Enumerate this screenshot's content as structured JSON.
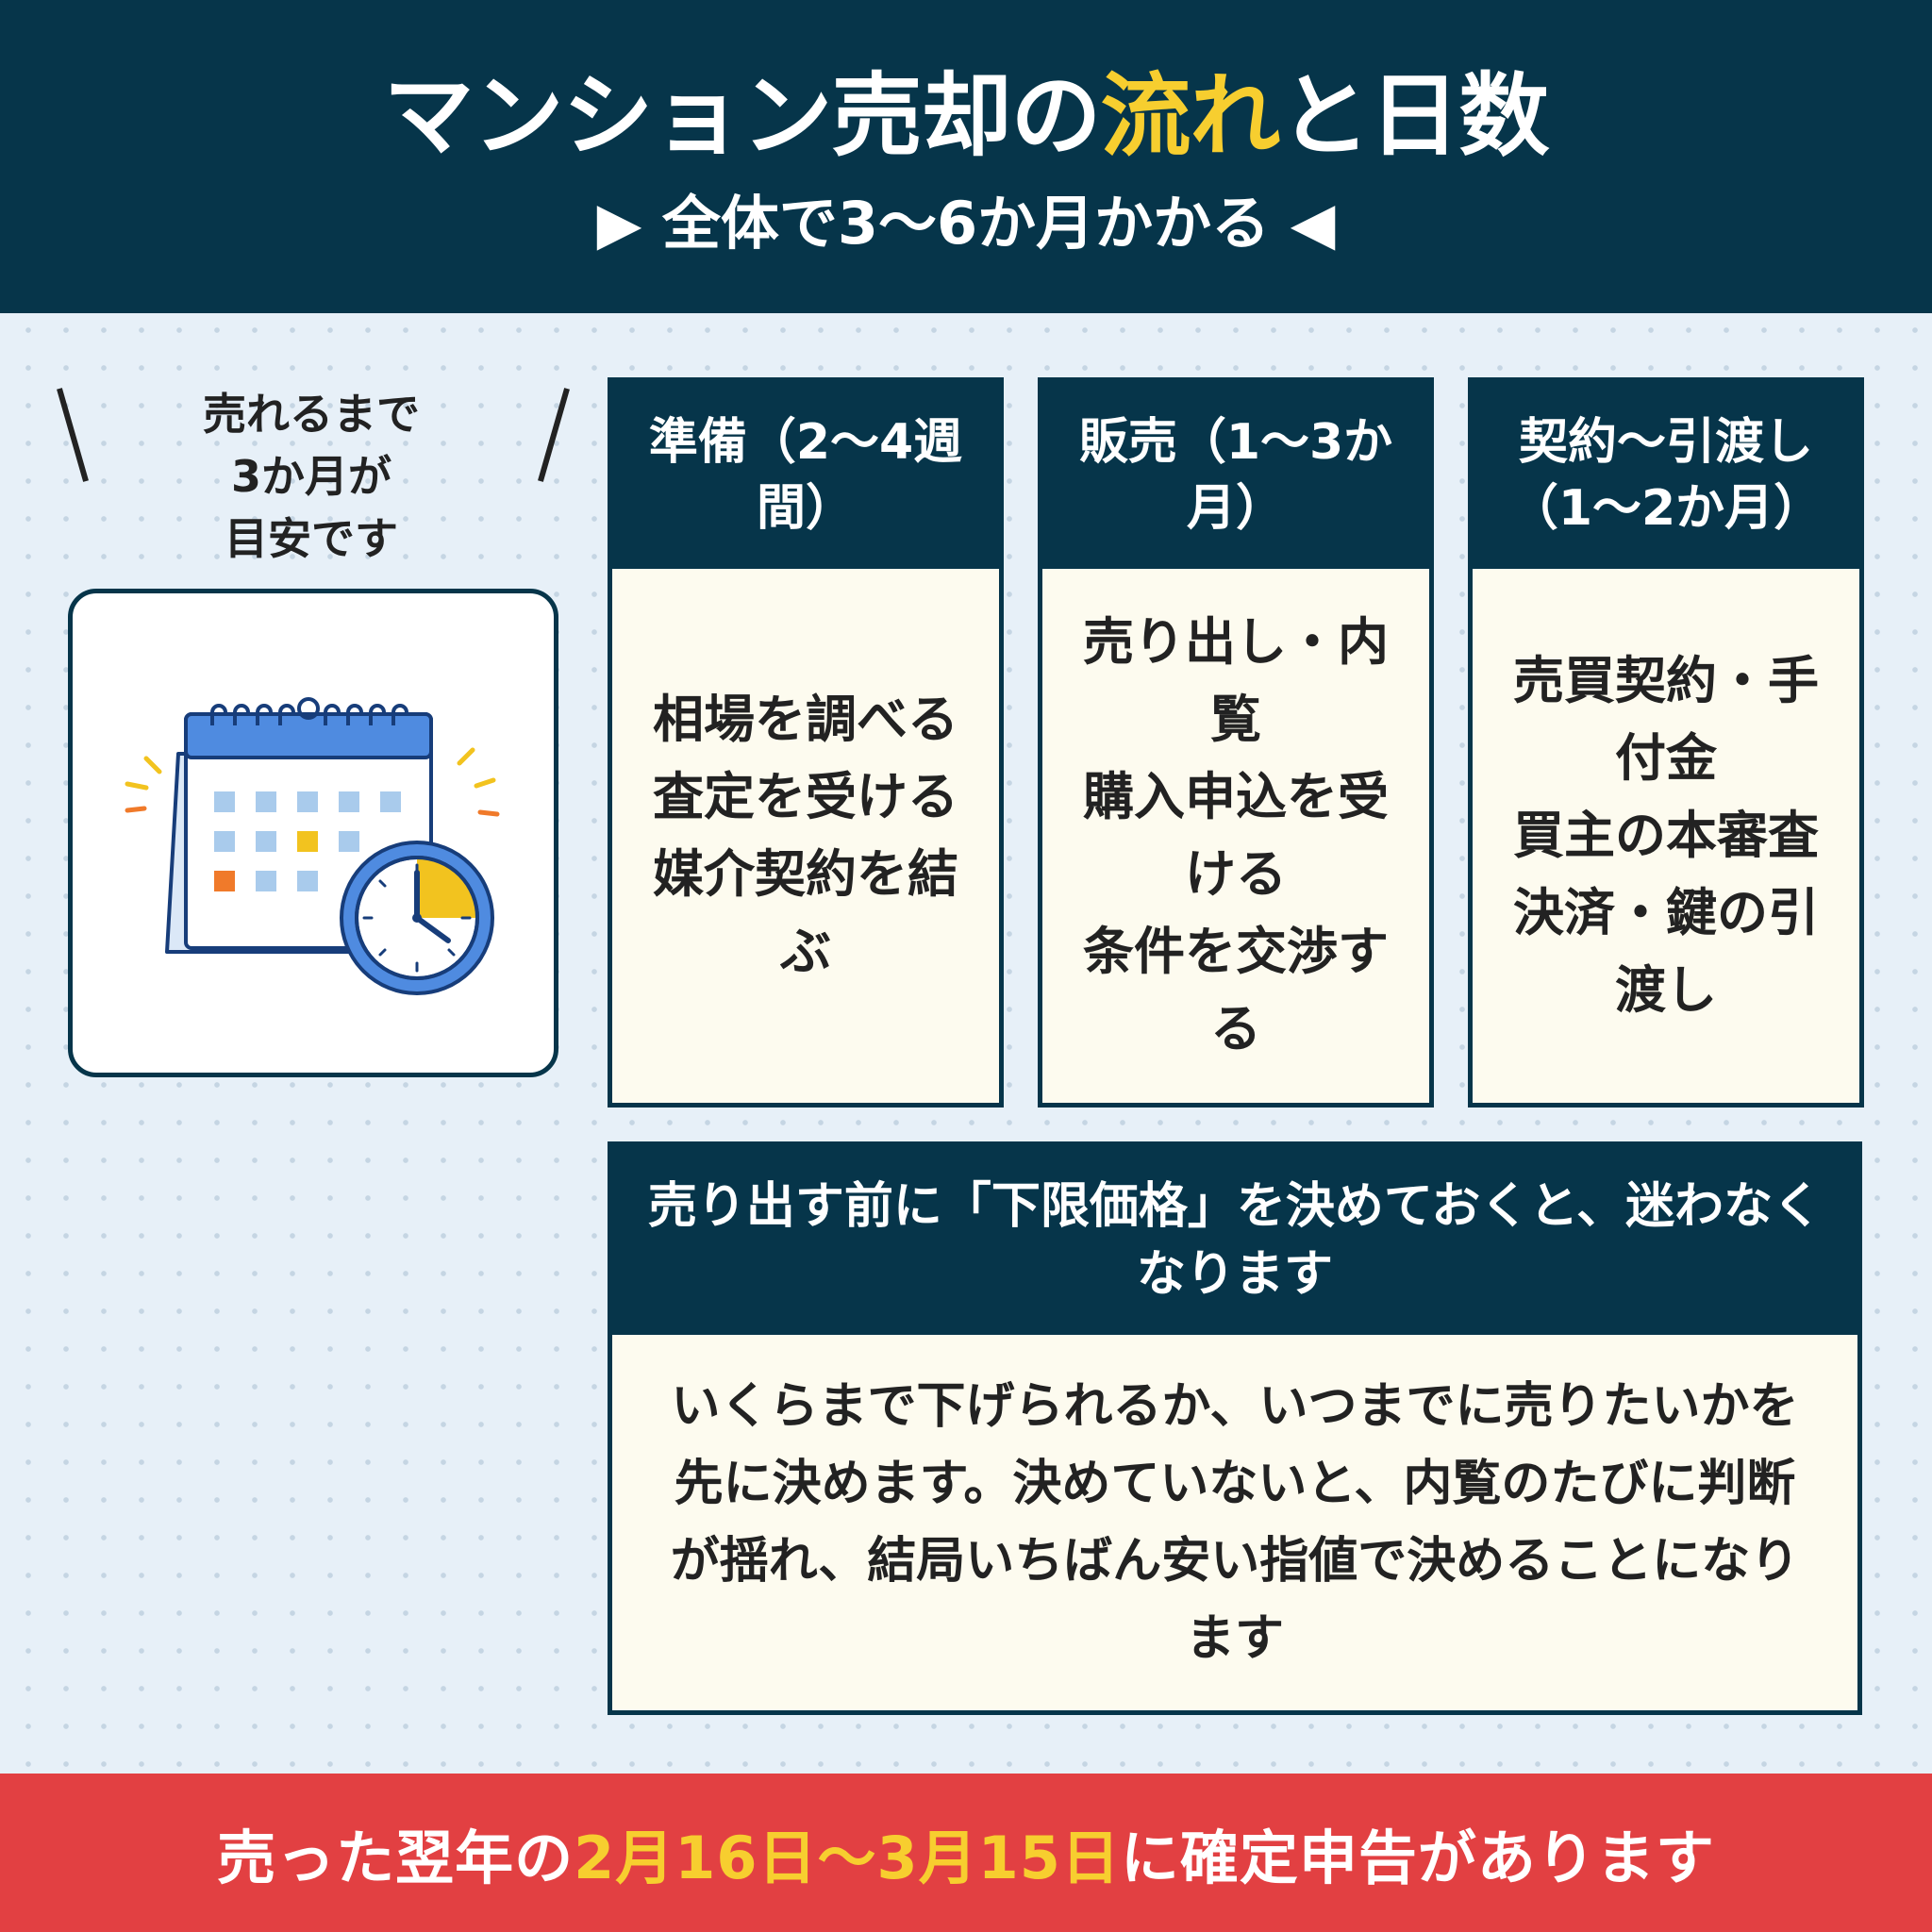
{
  "header": {
    "title_before": "マンション売却の",
    "title_highlight": "流れ",
    "title_after": "と日数",
    "subtitle_left_arrow": "▶",
    "subtitle_text": "全体で3〜6か月かかる",
    "subtitle_right_arrow": "◀"
  },
  "side": {
    "caption_lines": [
      "売れるまで",
      "3か月が",
      "目安です"
    ],
    "icon": "calendar-clock-illustration"
  },
  "steps": [
    {
      "title": "準備（2〜4週間）",
      "items": [
        "相場を調べる",
        "査定を受ける",
        "媒介契約を結ぶ"
      ]
    },
    {
      "title": "販売（1〜3か月）",
      "items": [
        "売り出し・内覧",
        "購入申込を受ける",
        "条件を交渉する"
      ]
    },
    {
      "title": "契約〜引渡し（1〜2か月）",
      "items": [
        "売買契約・手付金",
        "買主の本審査",
        "決済・鍵の引渡し"
      ]
    }
  ],
  "note": {
    "title": "売り出す前に「下限価格」を決めておくと、迷わなくなります",
    "body": "いくらまで下げられるか、いつまでに売りたいかを先に決めます。決めていないと、内覧のたびに判断が揺れ、結局いちばん安い指値で決めることになります"
  },
  "footer": {
    "text_before": "売った翌年の",
    "text_highlight": "2月16日〜3月15日",
    "text_after": "に確定申告があります"
  },
  "colors": {
    "navy": "#06354a",
    "yellow": "#f7ce2f",
    "red": "#e24042",
    "card_bg": "#fdfbef",
    "page_bg": "#e7f0f8"
  }
}
